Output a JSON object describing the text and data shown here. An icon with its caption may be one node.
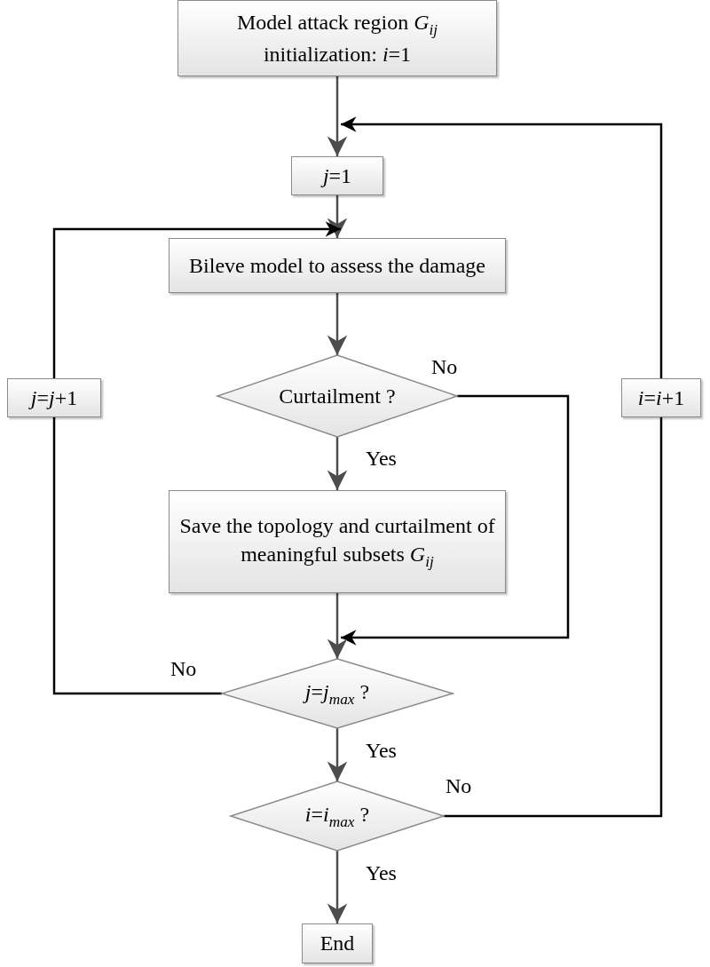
{
  "diagram": {
    "nodes": [
      {
        "text": [
          "Model attack region *G*$_{ij}$ initialization: *i*=1"
        ]
      },
      {
        "text": [
          "*j*=1"
        ]
      },
      {
        "text": [
          "Bileve model to assess the damage"
        ]
      },
      {
        "text": [
          "Curtailment ?"
        ]
      },
      {
        "text": [
          "Save the topology and curtailment of meaningful subsets *G*$_{ij}$"
        ]
      },
      {
        "text": [
          "*j*=*j*$_{max}$ ?"
        ]
      },
      {
        "text": [
          "*i*=*i*$_{max}$ ?"
        ]
      },
      {
        "text": [
          "End"
        ]
      },
      {
        "text": [
          "*j*=*j*+1"
        ]
      },
      {
        "text": [
          "*i*=*i*+1"
        ]
      }
    ],
    "edges": [
      {
        "from": 0,
        "to": 1,
        "arrow": "to"
      },
      {
        "from": 9,
        "to": 1,
        "arrow": "to",
        "color": "#000000"
      },
      {
        "from": 1,
        "to": 2,
        "arrow": "to"
      },
      {
        "from": 8,
        "to": 2,
        "arrow": "to",
        "color": "#000000"
      },
      {
        "from": 2,
        "to": 3,
        "arrow": "to"
      },
      {
        "from": 3,
        "to": 4,
        "arrow": "to",
        "label": "Yes"
      },
      {
        "from": 3,
        "to": 5,
        "arrow": "to",
        "label": "No",
        "color": "#000000"
      },
      {
        "from": 4,
        "to": 5,
        "arrow": "to"
      },
      {
        "from": 5,
        "to": 8,
        "arrow": "none",
        "label": "No",
        "color": "#000000"
      },
      {
        "from": 5,
        "to": 6,
        "arrow": "to",
        "label": "Yes"
      },
      {
        "from": 6,
        "to": 9,
        "arrow": "none",
        "label": "No",
        "color": "#000000"
      },
      {
        "from": 6,
        "to": 7,
        "arrow": "to",
        "label": "Yes"
      }
    ]
  }
}
